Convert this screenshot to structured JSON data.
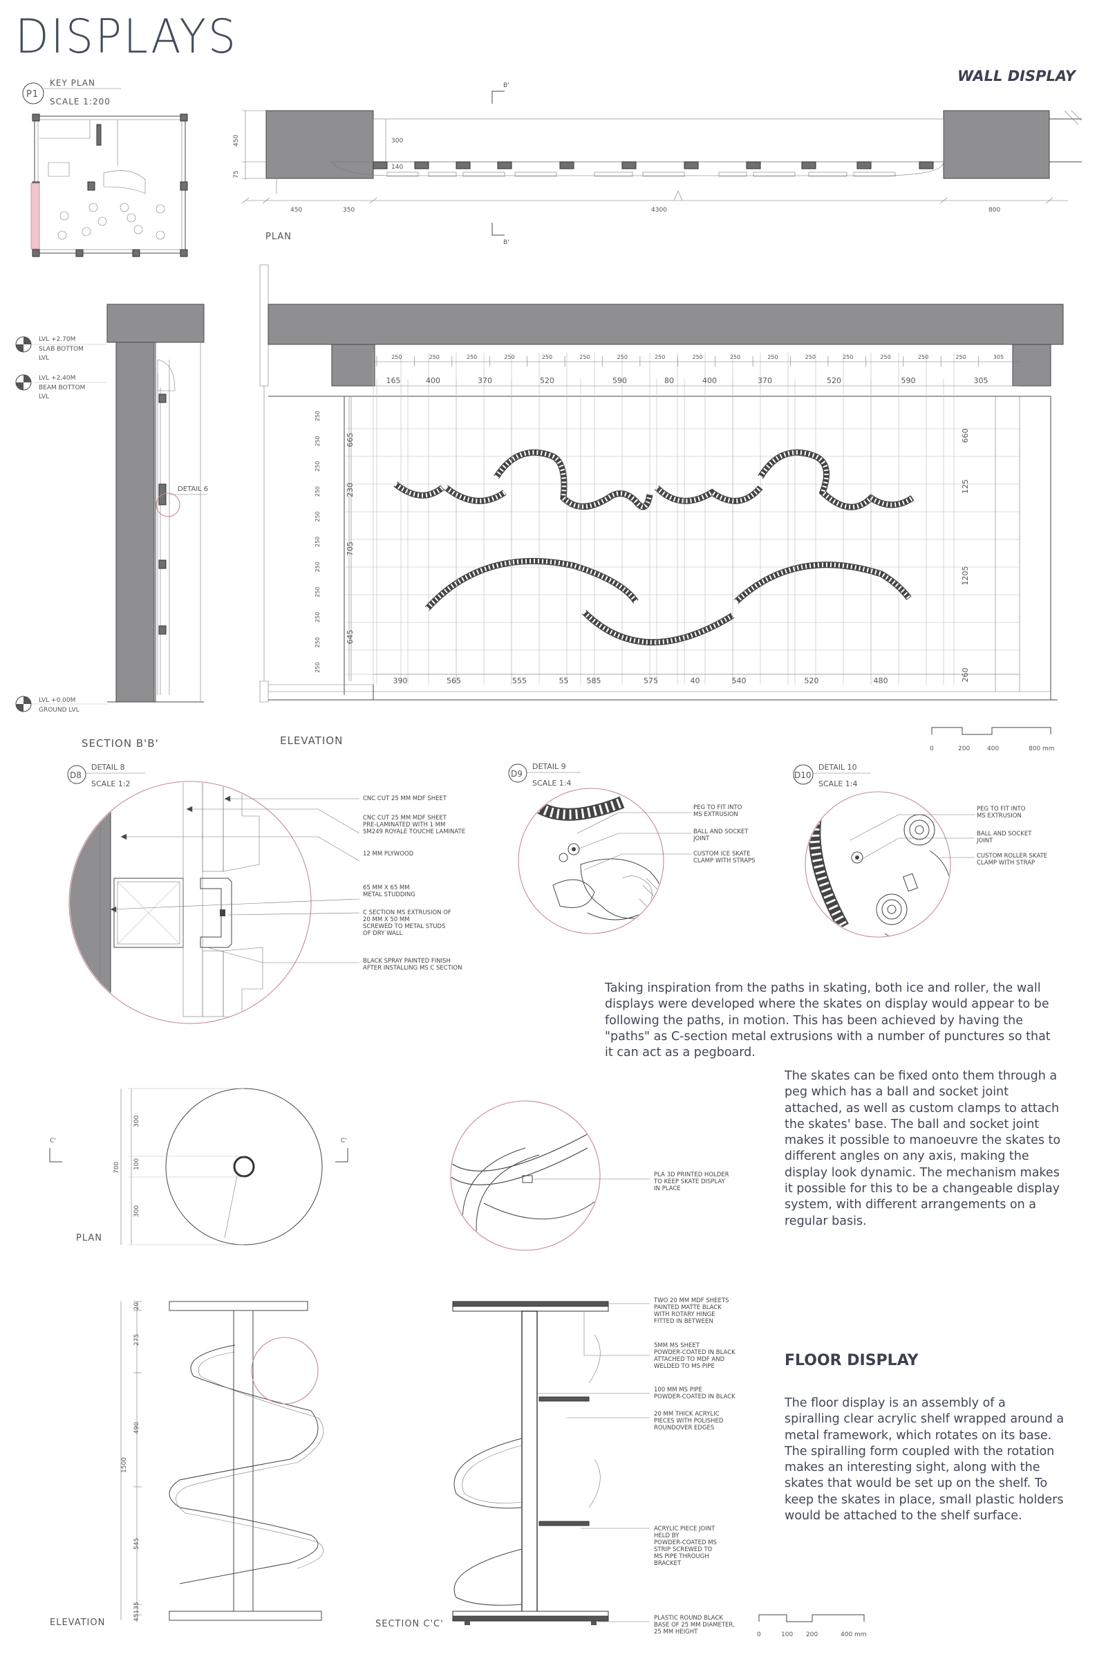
{
  "page": {
    "title": "DISPLAYS",
    "wall_heading": "WALL DISPLAY",
    "floor_heading": "FLOOR DISPLAY"
  },
  "key_plan": {
    "tag": "P1",
    "title": "KEY PLAN",
    "scale": "SCALE 1:200"
  },
  "plan_wall": {
    "label": "PLAN",
    "section_tag_top": "B'",
    "section_tag_bottom": "B'",
    "dims_vertical": [
      "450",
      "75"
    ],
    "dims_inner": [
      "300",
      "140"
    ],
    "dims_horizontal": [
      "450",
      "350",
      "4300",
      "800"
    ]
  },
  "section_bb": {
    "label": "SECTION B'B'",
    "levels": [
      {
        "line1": "LVL +2.70M",
        "line2": "SLAB BOTTOM",
        "line3": "LVL"
      },
      {
        "line1": "LVL +2.40M",
        "line2": "BEAM BOTTOM",
        "line3": "LVL"
      },
      {
        "line1": "LVL +0.00M",
        "line2": "GROUND LVL",
        "line3": ""
      }
    ],
    "detail_callout": "DETAIL 6"
  },
  "elevation_wall": {
    "label": "ELEVATION",
    "top_small_dims": [
      "250",
      "250",
      "250",
      "250",
      "250",
      "250",
      "250",
      "250",
      "250",
      "250",
      "250",
      "250",
      "250",
      "250",
      "250",
      "250",
      "305"
    ],
    "top_dims": [
      "165",
      "400",
      "370",
      "520",
      "590",
      "80",
      "400",
      "370",
      "520",
      "590",
      "305"
    ],
    "bottom_dims": [
      "390",
      "565",
      "555",
      "55",
      "585",
      "575",
      "40",
      "540",
      "520",
      "480"
    ],
    "left_dims": [
      "665",
      "230",
      "705",
      "645"
    ],
    "left_small_dims": [
      "250",
      "250",
      "250",
      "250",
      "250",
      "250",
      "250",
      "250",
      "250",
      "250",
      "250"
    ],
    "right_dims": [
      "660",
      "125",
      "1205",
      "260"
    ]
  },
  "scale_bar_wall": {
    "ticks": [
      "0",
      "200",
      "400",
      "800 mm"
    ]
  },
  "detail_8": {
    "tag": "D8",
    "title": "DETAIL 8",
    "scale": "SCALE 1:2",
    "notes": [
      "CNC CUT 25 MM MDF SHEET",
      "CNC CUT 25 MM MDF SHEET\nPRE-LAMINATED WITH 1 MM\nSM249 ROYALE TOUCHE LAMINATE",
      "12 MM PLYWOOD",
      "65 MM X 65 MM\nMETAL STUDDING",
      "C SECTION MS EXTRUSION OF\n20 MM X 50 MM\nSCREWED TO METAL STUDS\nOF DRY WALL",
      "BLACK SPRAY PAINTED FINISH\nAFTER INSTALLING MS C SECTION"
    ]
  },
  "detail_9": {
    "tag": "D9",
    "title": "DETAIL 9",
    "scale": "SCALE 1:4",
    "notes": [
      "PEG TO FIT INTO\nMS EXTRUSION",
      "BALL AND SOCKET\nJOINT",
      "CUSTOM ICE SKATE\nCLAMP WITH STRAPS"
    ]
  },
  "detail_10": {
    "tag": "D10",
    "title": "DETAIL 10",
    "scale": "SCALE 1:4",
    "notes": [
      "PEG TO FIT INTO\nMS EXTRUSION",
      "BALL AND SOCKET\nJOINT",
      "CUSTOM ROLLER SKATE\nCLAMP WITH STRAP"
    ]
  },
  "text": {
    "wall_para_1": "Taking inspiration from the paths in skating, both ice and roller, the wall displays were developed where the skates on display would appear to be following the paths, in motion. This has been achieved by having the \"paths\" as C-section metal extrusions with a number of punctures so that it can act as a pegboard.",
    "wall_para_2": "The skates can be fixed onto them through a peg which has a ball and socket joint attached, as well as custom clamps to attach the skates' base. The ball and socket joint makes it possible to manoeuvre the skates to different angles on any axis, making the display look dynamic. The mechanism makes it possible for this to be a changeable display system, with different arrangements on a regular basis.",
    "floor_para": "The floor display is an assembly of a spiralling clear acrylic shelf wrapped around a metal framework, which rotates on its base. The spiralling form coupled with the rotation makes an interesting sight, along with the skates that would be set up on the shelf. To keep the skates in place, small plastic holders would be attached to the shelf surface."
  },
  "floor_plan": {
    "label": "PLAN",
    "section_tag_left": "C'",
    "section_tag_right": "C'",
    "dims": [
      "300",
      "100",
      "300"
    ],
    "overall": "700"
  },
  "floor_holder_note": "PLA 3D PRINTED HOLDER\nTO KEEP SKATE DISPLAY\nIN PLACE",
  "floor_elevation": {
    "label": "ELEVATION",
    "dims": [
      "20",
      "275",
      "490",
      "545",
      "135",
      "45"
    ],
    "overall": "1500"
  },
  "floor_section": {
    "label": "SECTION C'C'",
    "notes": [
      "TWO 20 MM MDF SHEETS\nPAINTED MATTE BLACK\nWITH ROTARY HINGE\nFITTED IN BETWEEN",
      "5MM MS SHEET\nPOWDER-COATED IN BLACK\nATTACHED TO MDF AND\nWELDED TO MS PIPE",
      "100 MM MS PIPE\nPOWDER-COATED IN BLACK",
      "20 MM THICK ACRYLIC\nPIECES WITH POLISHED\nROUNDOVER EDGES",
      "ACRYLIC PIECE JOINT\nHELD BY\nPOWDER-COATED MS\nSTRIP SCREWED TO\nMS PIPE THROUGH\nBRACKET",
      "PLASTIC ROUND BLACK\nBASE OF 25 MM DIAMETER,\n25 MM HEIGHT"
    ]
  },
  "scale_bar_floor": {
    "ticks": [
      "0",
      "100",
      "200",
      "400 mm"
    ]
  }
}
